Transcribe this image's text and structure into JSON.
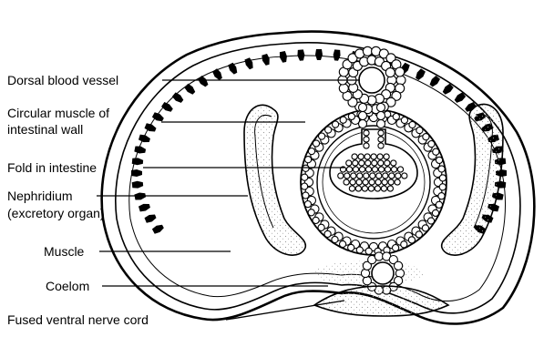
{
  "diagram": {
    "labels": {
      "dorsal_blood_vessel": "Dorsal blood vessel",
      "circular_muscle_line1": "Circular muscle of",
      "circular_muscle_line2": "intestinal wall",
      "fold_in_intestine": "Fold in intestine",
      "nephridium_line1": "Nephridium",
      "nephridium_line2": "(excretory organ)",
      "muscle": "Muscle",
      "coelom": "Coelom",
      "fused_ventral_nerve_cord": "Fused ventral nerve cord"
    },
    "colors": {
      "ink": "#000000",
      "paper": "#ffffff",
      "stipple": "#9a9a9a"
    }
  }
}
